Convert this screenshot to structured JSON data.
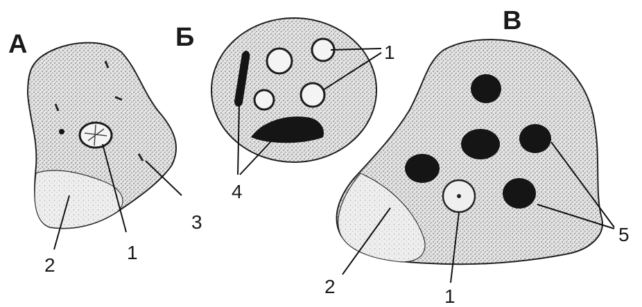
{
  "panels": {
    "a": {
      "title": "А",
      "labels": {
        "nucleus": "1",
        "ectoplasm": "2",
        "inclusion": "3"
      }
    },
    "b": {
      "title": "Б",
      "labels": {
        "nuclei": "1",
        "inclusions": "4"
      }
    },
    "c": {
      "title": "В",
      "labels": {
        "nucleus": "1",
        "ectoplasm": "2",
        "granules": "5"
      }
    }
  },
  "colors": {
    "ink": "#1a1a1a",
    "fill": "#d9d9d9",
    "background": "#ffffff"
  }
}
